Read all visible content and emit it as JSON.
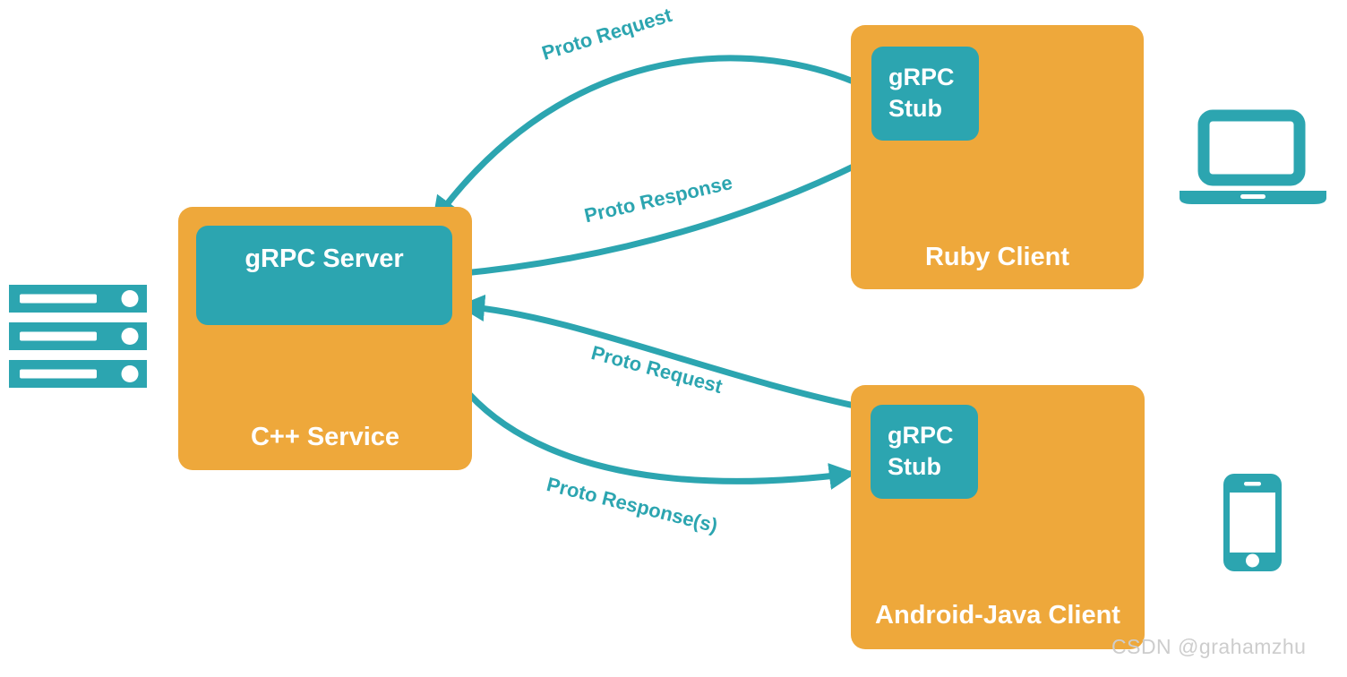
{
  "diagram": {
    "title_hint": "gRPC architecture diagram",
    "colors": {
      "teal": "#2CA5B0",
      "orange": "#EEA83B",
      "label_text": "#ffffff",
      "watermark": "#cdcdcd"
    },
    "service_node": {
      "container_label": "C++ Service",
      "inner_label": "gRPC Server"
    },
    "ruby_node": {
      "container_label": "Ruby Client",
      "stub_label": "gRPC Stub"
    },
    "android_node": {
      "container_label": "Android-Java Client",
      "stub_label": "gRPC Stub"
    },
    "edges": [
      {
        "label": "Proto Request",
        "from": "ruby-grpc-stub",
        "to": "grpc-server"
      },
      {
        "label": "Proto Response",
        "from": "grpc-server",
        "to": "ruby-grpc-stub"
      },
      {
        "label": "Proto Request",
        "from": "android-grpc-stub",
        "to": "grpc-server"
      },
      {
        "label": "Proto Response(s)",
        "from": "grpc-server",
        "to": "android-grpc-stub"
      }
    ],
    "icons": [
      {
        "name": "server-rack-icon"
      },
      {
        "name": "laptop-icon"
      },
      {
        "name": "smartphone-icon"
      }
    ]
  },
  "watermark": "CSDN @grahamzhu"
}
